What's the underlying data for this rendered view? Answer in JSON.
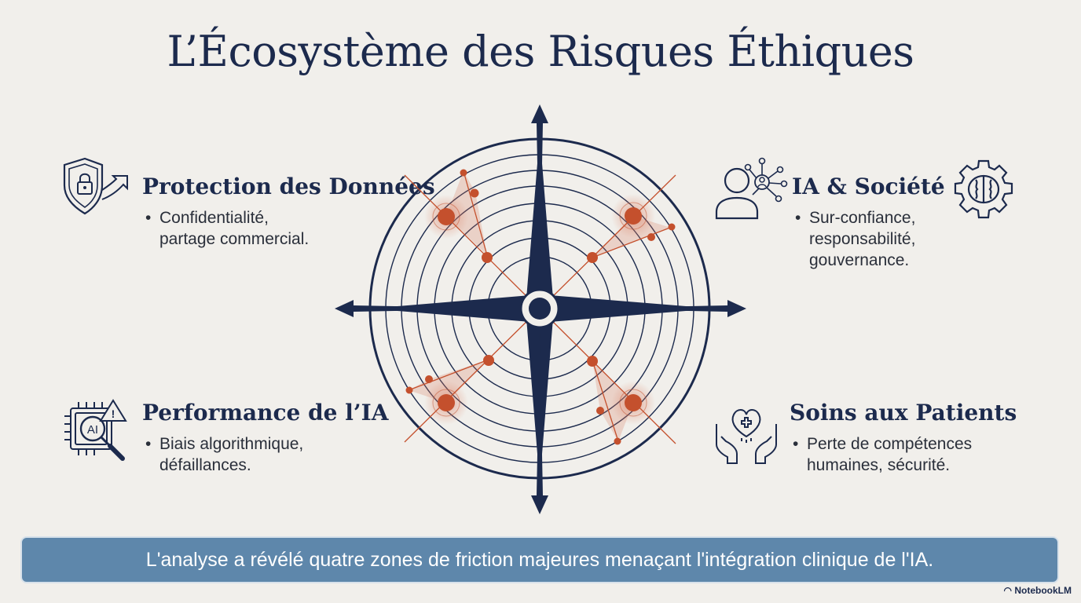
{
  "title": "L’Écosystème des Risques Éthiques",
  "quadrants": {
    "data_protection": {
      "title": "Protection des Données",
      "bullet": "•",
      "line1": "Confidentialité,",
      "line2": "partage commercial.",
      "icon": "shield-lock-icon"
    },
    "ai_society": {
      "title": "IA & Société",
      "bullet": "•",
      "line1": "Sur-confiance,",
      "line2": "responsabilité,",
      "line3": "gouvernance.",
      "icon": "person-network-icon"
    },
    "ai_performance": {
      "title": "Performance de l’IA",
      "bullet": "•",
      "line1": "Biais algorithmique,",
      "line2": "défaillances.",
      "icon": "ai-chip-warning-icon",
      "icon_text": "AI"
    },
    "patient_care": {
      "title": "Soins aux Patients",
      "bullet": "•",
      "line1": "Perte de compétences",
      "line2": "humaines, sécurité.",
      "icon": "hands-heart-icon"
    }
  },
  "banner": "L'analyse a révélé quatre zones de friction majeures menaçant l'intégration clinique de l'IA.",
  "brand": "NotebookLM",
  "colors": {
    "navy": "#1c2a4d",
    "accent": "#c4502d",
    "banner": "#5e87ab",
    "background": "#f1efeb"
  }
}
